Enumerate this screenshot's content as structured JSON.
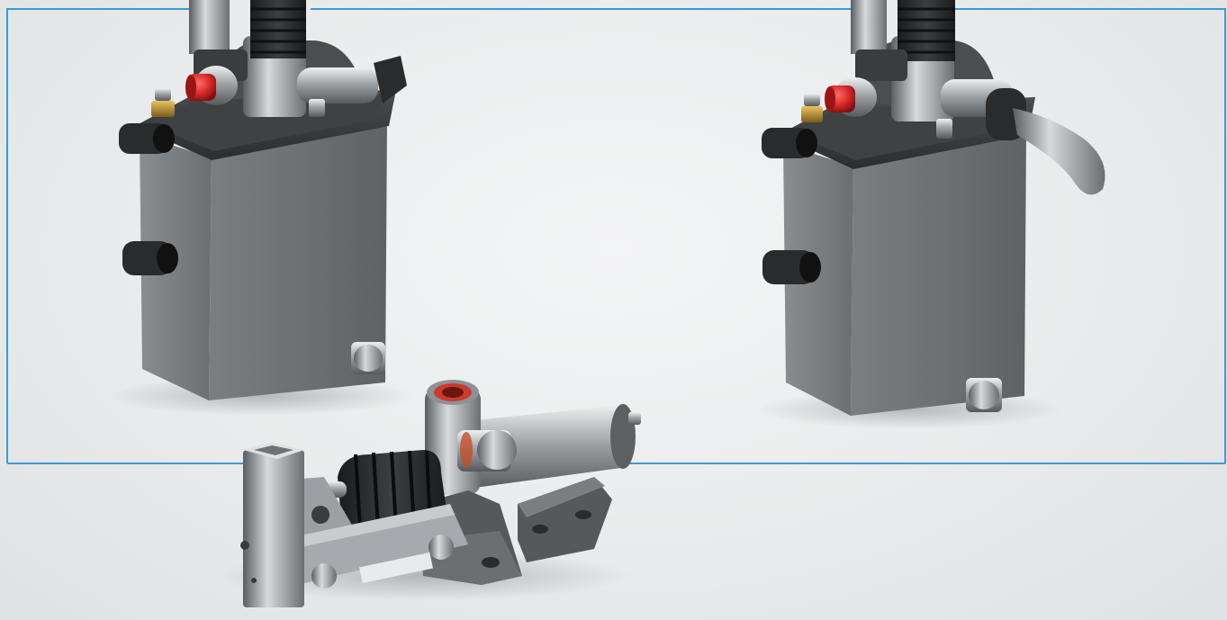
{
  "colors": {
    "frame_line": "#3a9ad9",
    "housing": "#6d7073",
    "housing_dark": "#3b3d3f",
    "housing_light": "#8b8e91",
    "rubber": "#232425",
    "red_cap": "#d42a2a",
    "brass": "#b8912e",
    "chrome": "#c9cdd0",
    "steel": "#a9adb1"
  },
  "scene": {
    "objects": [
      {
        "id": "left-hand-pump-tank",
        "icon": "hydraulic-pump-icon"
      },
      {
        "id": "right-hand-pump-tank-with-lever",
        "icon": "hydraulic-pump-icon"
      },
      {
        "id": "foot-pedal-pump",
        "icon": "pedal-pump-icon"
      }
    ]
  }
}
